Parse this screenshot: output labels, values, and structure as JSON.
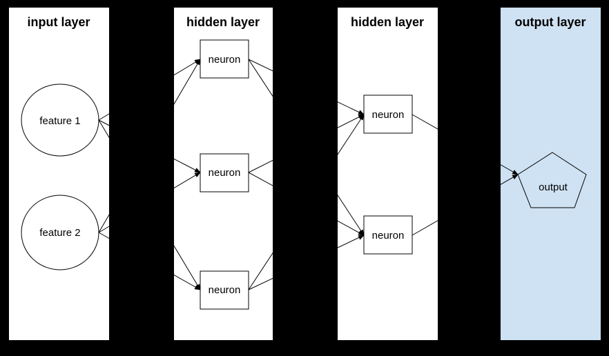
{
  "diagram": {
    "background": "#000000",
    "line_color": "#000000",
    "layers": [
      {
        "id": "input",
        "title": "input layer",
        "fill": "#ffffff"
      },
      {
        "id": "hidden1",
        "title": "hidden layer",
        "fill": "#ffffff"
      },
      {
        "id": "hidden2",
        "title": "hidden layer",
        "fill": "#ffffff"
      },
      {
        "id": "output",
        "title": "output layer",
        "fill": "#cfe2f3"
      }
    ],
    "nodes": [
      {
        "id": "feature1",
        "label": "feature 1",
        "shape": "circle",
        "layer": "input"
      },
      {
        "id": "feature2",
        "label": "feature 2",
        "shape": "circle",
        "layer": "input"
      },
      {
        "id": "h1n1",
        "label": "neuron",
        "shape": "rect",
        "layer": "hidden1"
      },
      {
        "id": "h1n2",
        "label": "neuron",
        "shape": "rect",
        "layer": "hidden1"
      },
      {
        "id": "h1n3",
        "label": "neuron",
        "shape": "rect",
        "layer": "hidden1"
      },
      {
        "id": "h2n1",
        "label": "neuron",
        "shape": "rect",
        "layer": "hidden2"
      },
      {
        "id": "h2n2",
        "label": "neuron",
        "shape": "rect",
        "layer": "hidden2"
      },
      {
        "id": "output",
        "label": "output",
        "shape": "pentagon",
        "layer": "output"
      }
    ],
    "edges": [
      {
        "from": "feature1",
        "to": "h1n1"
      },
      {
        "from": "feature1",
        "to": "h1n2"
      },
      {
        "from": "feature1",
        "to": "h1n3"
      },
      {
        "from": "feature2",
        "to": "h1n1"
      },
      {
        "from": "feature2",
        "to": "h1n2"
      },
      {
        "from": "feature2",
        "to": "h1n3"
      },
      {
        "from": "h1n1",
        "to": "h2n1"
      },
      {
        "from": "h1n1",
        "to": "h2n2"
      },
      {
        "from": "h1n2",
        "to": "h2n1"
      },
      {
        "from": "h1n2",
        "to": "h2n2"
      },
      {
        "from": "h1n3",
        "to": "h2n1"
      },
      {
        "from": "h1n3",
        "to": "h2n2"
      },
      {
        "from": "h2n1",
        "to": "output"
      },
      {
        "from": "h2n2",
        "to": "output"
      }
    ]
  }
}
